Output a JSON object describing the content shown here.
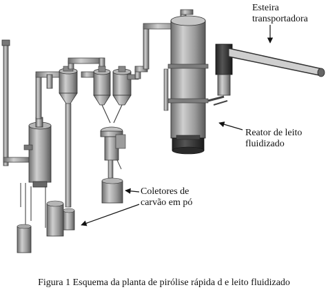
{
  "figure": {
    "caption": "Figura 1 Esquema da planta de pirólise rápida d e leito fluidizado"
  },
  "labels": {
    "esteira": [
      "Esteira",
      "transportadora"
    ],
    "reator": [
      "Reator de leito",
      "fluidizado"
    ],
    "coletores": [
      "Coletores de",
      "carvão em pó"
    ]
  },
  "colors": {
    "equipment": "#9a9a9a",
    "equipment_dark": "#555555",
    "pipe": "#8c8c8c",
    "reactor_base": "#2f2f2f",
    "background": "#ffffff"
  }
}
